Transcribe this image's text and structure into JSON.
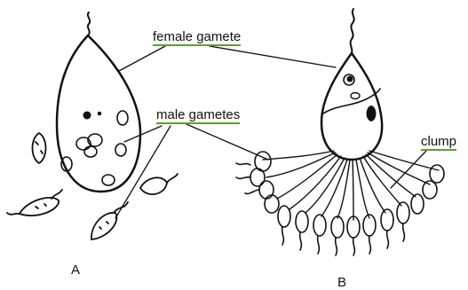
{
  "labels": {
    "female_gamete": "female gamete",
    "male_gametes": "male gametes",
    "clump": "clump"
  },
  "panels": {
    "a": "A",
    "b": "B"
  },
  "colors": {
    "line": "#111111",
    "label_underline": "#5aa02c"
  }
}
